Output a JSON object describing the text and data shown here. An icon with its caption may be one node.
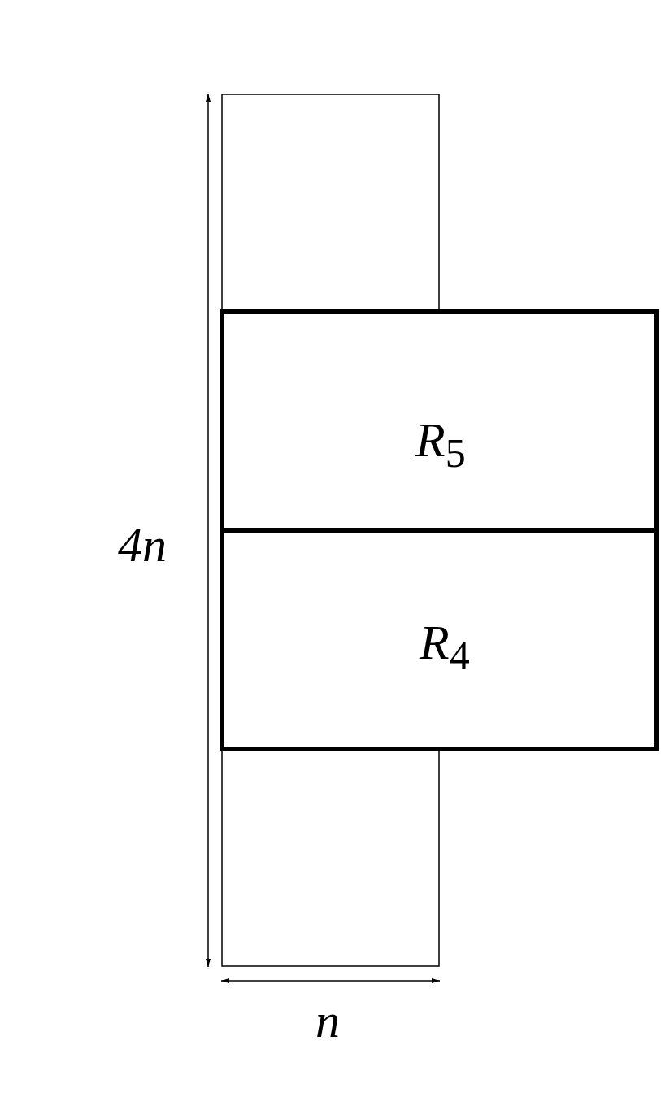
{
  "diagram": {
    "nodes": [
      {
        "text": [],
        "shape": "box"
      },
      {
        "text": [
          "*R*$_{5}$"
        ]
      },
      {
        "text": [
          "*R*$_{4}$"
        ]
      }
    ],
    "edges": [],
    "labels": [
      "4n",
      "n"
    ]
  }
}
